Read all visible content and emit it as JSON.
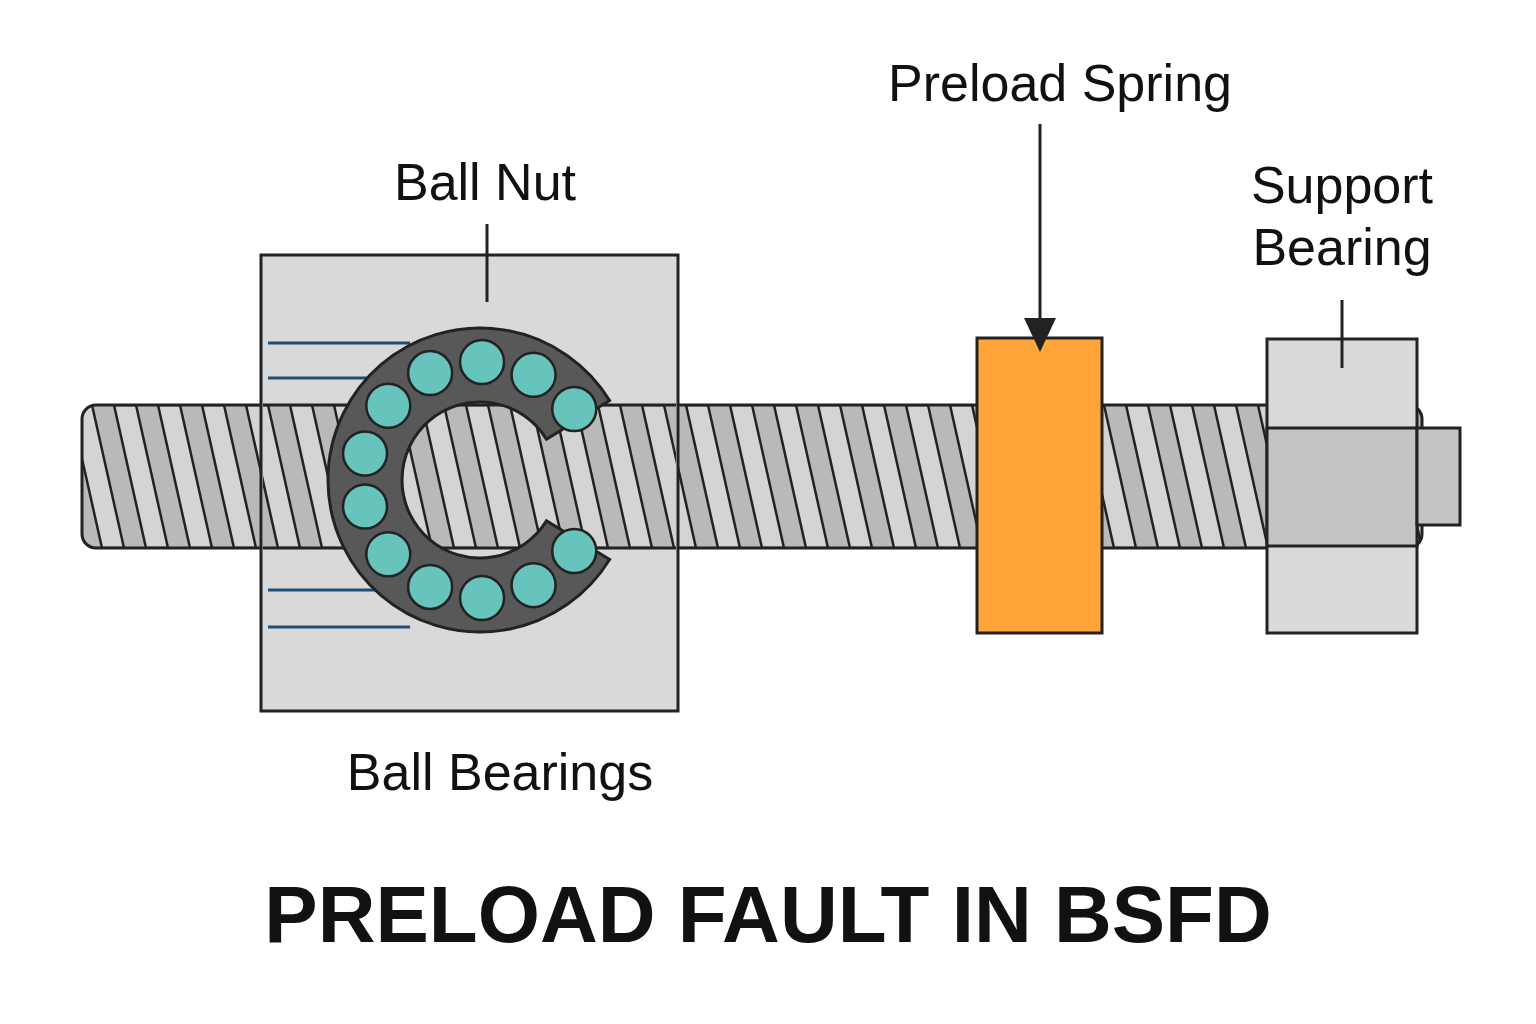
{
  "diagram": {
    "title": "PRELOAD FAULT IN BSFD",
    "labels": [
      "Ball Nut",
      "Preload Spring",
      "Support Bearing",
      "Ball Bearings"
    ]
  }
}
